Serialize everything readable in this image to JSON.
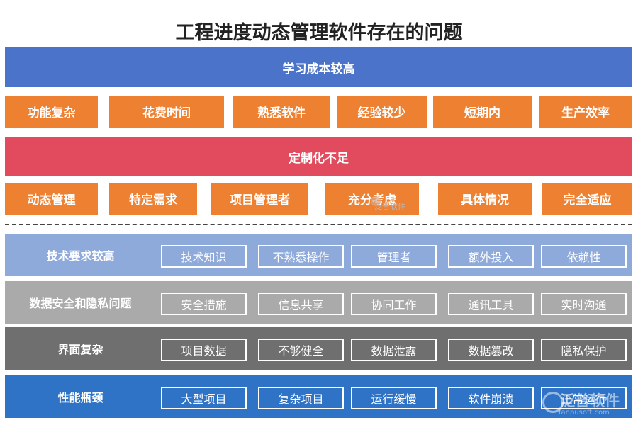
{
  "title": "工程进度动态管理软件存在的问题",
  "section1": {
    "header": "学习成本较高",
    "items": [
      "功能复杂",
      "花费时间",
      "熟悉软件",
      "经验较少",
      "短期内",
      "生产效率"
    ]
  },
  "section2": {
    "header": "定制化不足",
    "items": [
      "动态管理",
      "特定需求",
      "项目管理者",
      "充分考虑",
      "具体情况",
      "完全适应"
    ]
  },
  "bands": [
    {
      "label": "技术要求较高",
      "color": "#8eaadb",
      "items": [
        "技术知识",
        "不熟悉操作",
        "管理者",
        "额外投入",
        "依赖性"
      ]
    },
    {
      "label": "数据安全和隐私问题",
      "color": "#aaaaaa",
      "items": [
        "安全措施",
        "信息共享",
        "协同工作",
        "通讯工具",
        "实时沟通"
      ]
    },
    {
      "label": "界面复杂",
      "color": "#6f6f6f",
      "items": [
        "项目数据",
        "不够健全",
        "数据泄露",
        "数据篡改",
        "隐私保护"
      ]
    },
    {
      "label": "性能瓶颈",
      "color": "#2f73c6",
      "items": [
        "大型项目",
        "复杂项目",
        "运行缓慢",
        "软件崩溃",
        "正常运行"
      ]
    }
  ],
  "watermark": {
    "small": "泛普软件",
    "big": "泛普软件",
    "url": "fanpusoft.com"
  }
}
